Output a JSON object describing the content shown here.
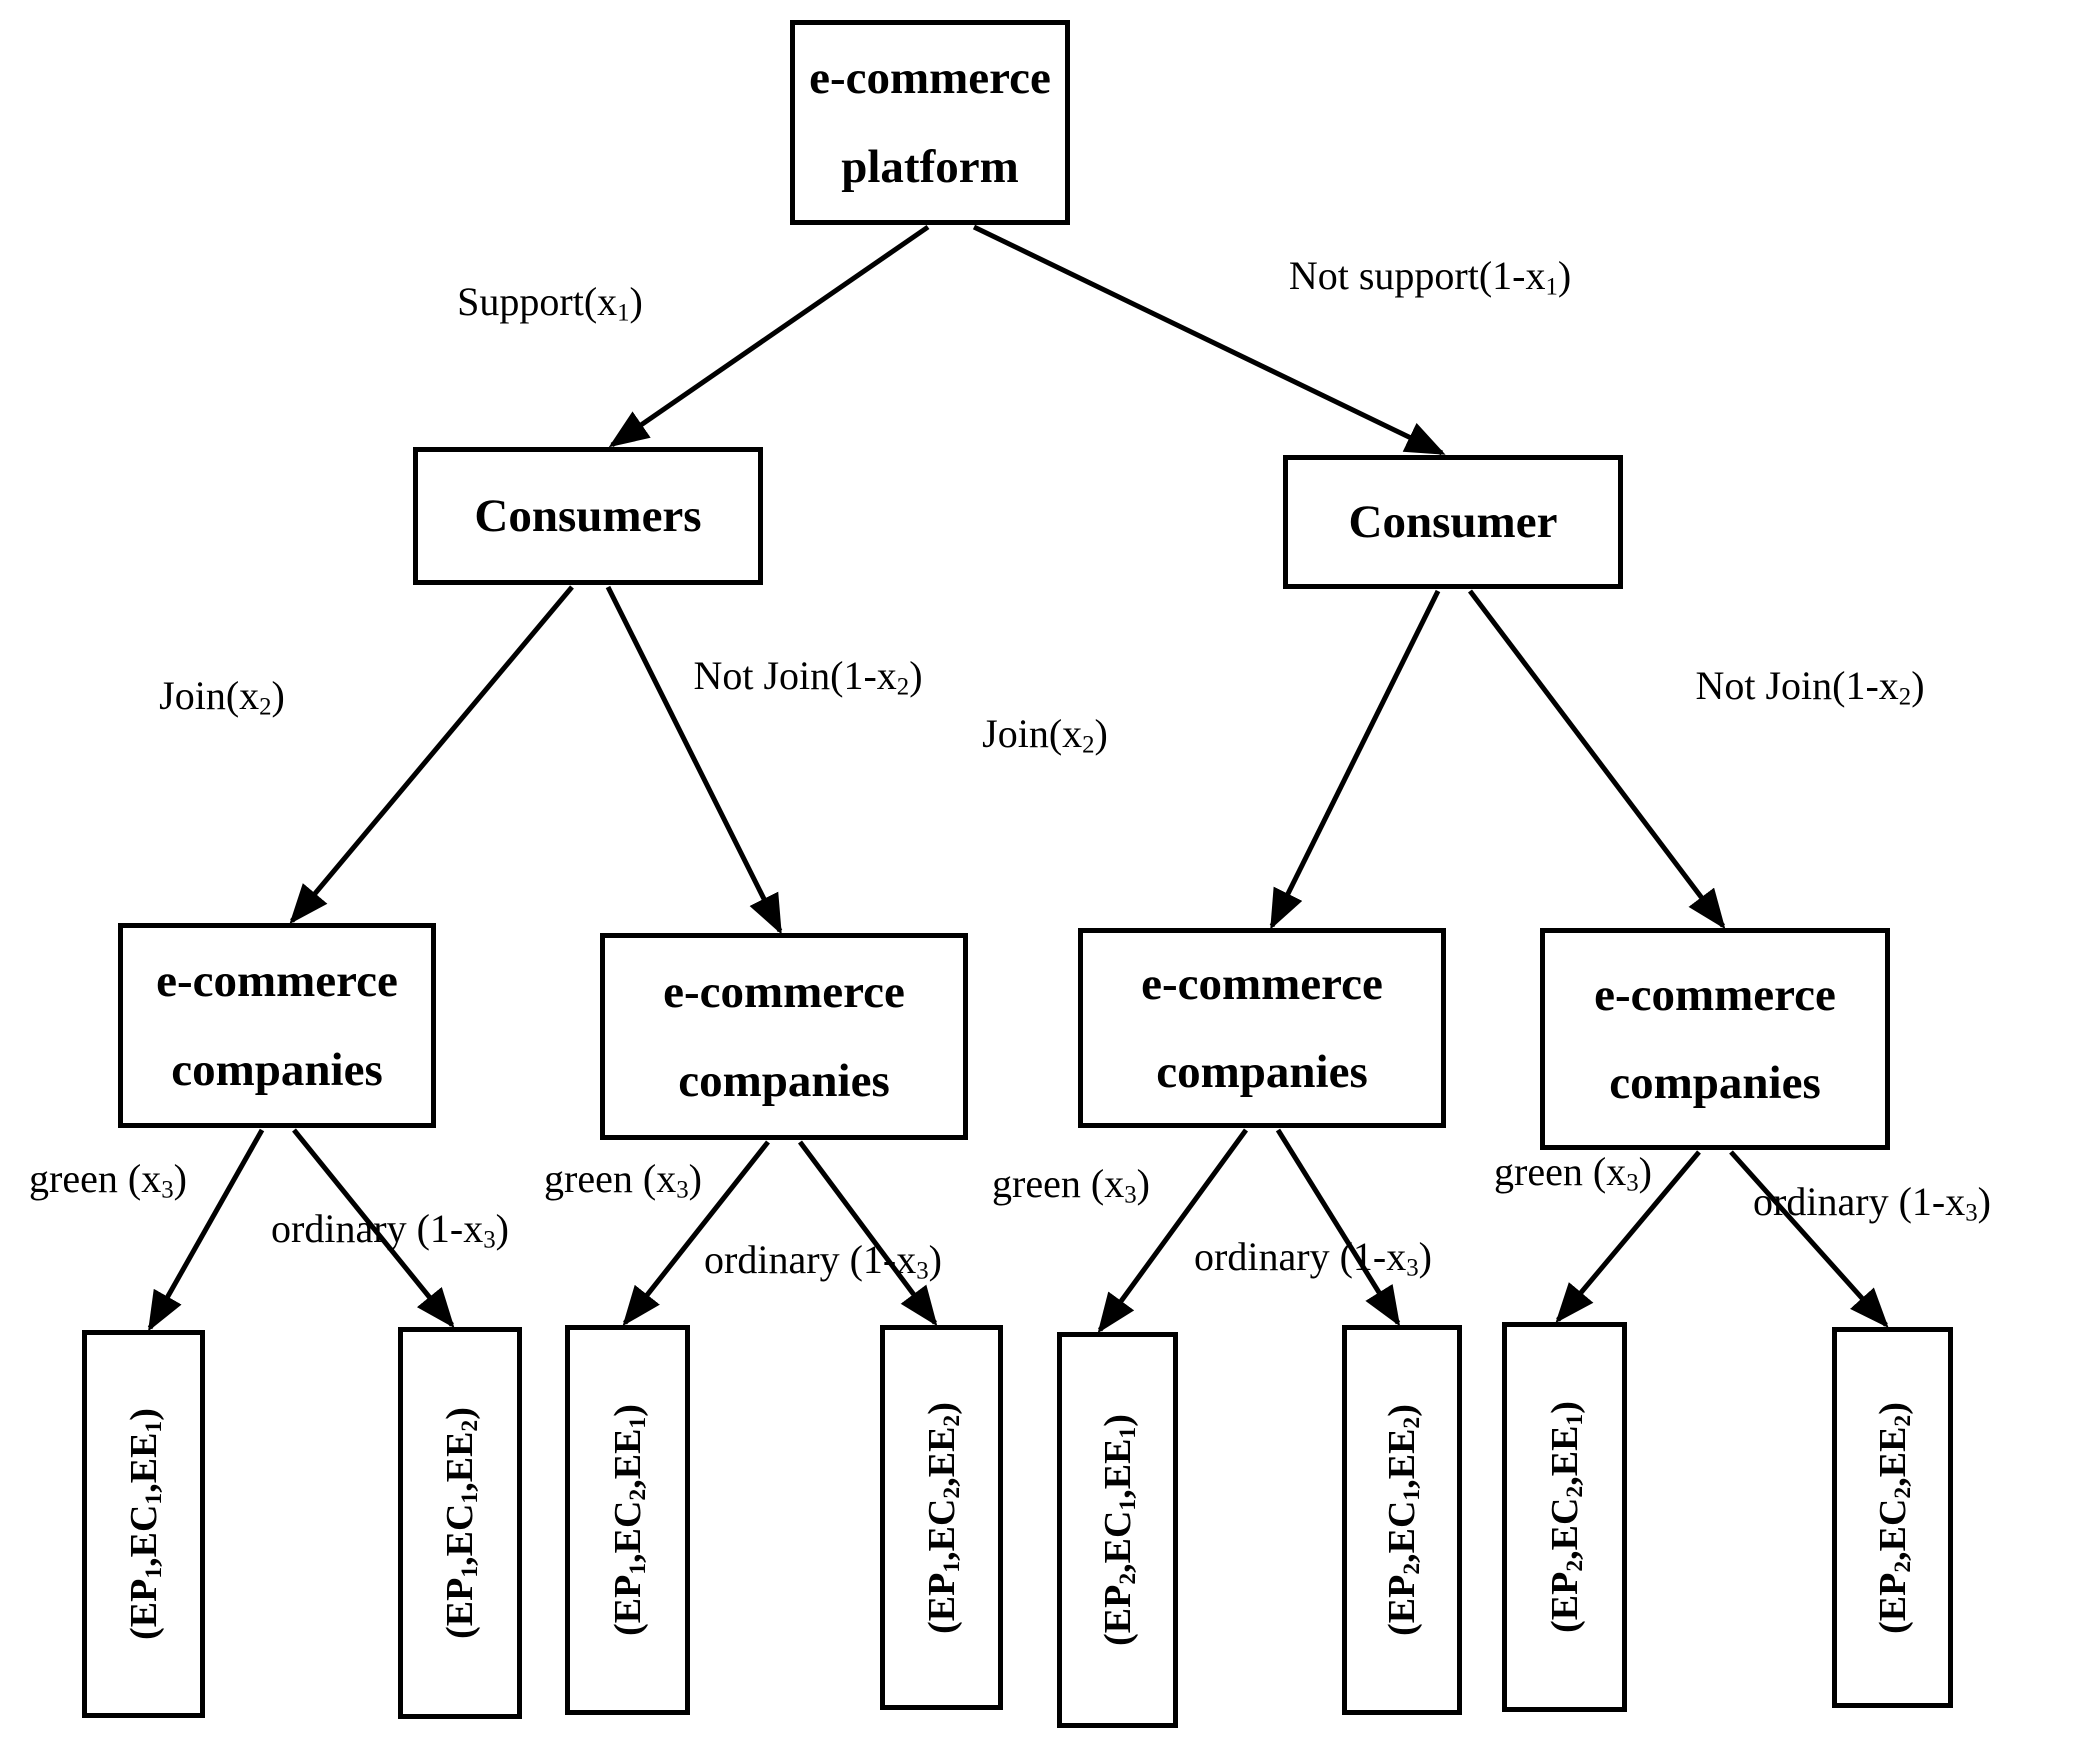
{
  "root": {
    "line1": "e-commerce",
    "line2": "platform"
  },
  "level1_branches": {
    "left": "Support(x₁)",
    "right": "Not support(1-x₁)"
  },
  "consumers": {
    "left": "Consumers",
    "right": "Consumer"
  },
  "level2_branches": {
    "left_join": "Join(x₂)",
    "left_not_join": "Not Join(1-x₂)",
    "right_join": "Join(x₂)",
    "right_not_join": "Not Join(1-x₂)"
  },
  "companies": [
    {
      "line1": "e-commerce",
      "line2": "companies"
    },
    {
      "line1": "e-commerce",
      "line2": "companies"
    },
    {
      "line1": "e-commerce",
      "line2": "companies"
    },
    {
      "line1": "e-commerce",
      "line2": "companies"
    }
  ],
  "level3_branches": [
    {
      "green": "green (x₃)",
      "ordinary": "ordinary (1-x₃)"
    },
    {
      "green": "green (x₃)",
      "ordinary": "ordinary (1-x₃)"
    },
    {
      "green": "green (x₃)",
      "ordinary": "ordinary (1-x₃)"
    },
    {
      "green": "green (x₃)",
      "ordinary": "ordinary (1-x₃)"
    }
  ],
  "leaves": [
    "(EP₁,EC₁,EE₁)",
    "(EP₁,EC₁,EE₂)",
    "(EP₁,EC₂,EE₁)",
    "(EP₁,EC₂,EE₂)",
    "(EP₂,EC₁,EE₁)",
    "(EP₂,EC₁,EE₂)",
    "(EP₂,EC₂,EE₁)",
    "(EP₂,EC₂,EE₂)"
  ],
  "colors": {
    "ink": "#000000",
    "background": "#ffffff"
  }
}
